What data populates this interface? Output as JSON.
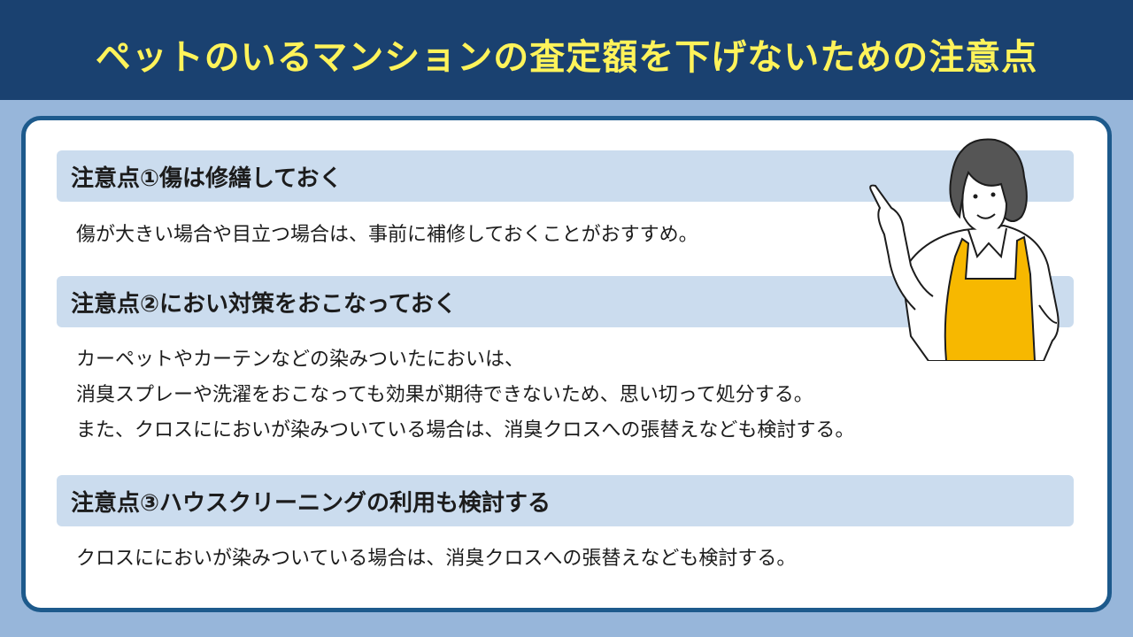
{
  "header": {
    "title": "ペットのいるマンションの査定額を下げないための注意点"
  },
  "sections": [
    {
      "heading": "注意点①傷は修繕しておく",
      "body": [
        "傷が大きい場合や目立つ場合は、事前に補修しておくことがおすすめ。"
      ]
    },
    {
      "heading": "注意点②におい対策をおこなっておく",
      "body": [
        "カーペットやカーテンなどの染みついたにおいは、",
        "消臭スプレーや洗濯をおこなっても効果が期待できないため、思い切って処分する。",
        "また、クロスににおいが染みついている場合は、消臭クロスへの張替えなども検討する。"
      ]
    },
    {
      "heading": "注意点③ハウスクリーニングの利用も検討する",
      "body": [
        "クロスににおいが染みついている場合は、消臭クロスへの張替えなども検討する。"
      ]
    }
  ],
  "illustration": {
    "icon": "woman-in-apron-pointing-icon"
  },
  "colors": {
    "header_bg": "#1a4170",
    "title_text": "#fff35a",
    "page_bg": "#97b6da",
    "card_border": "#1d5a8c",
    "bar_bg": "#cbdcee",
    "apron": "#f7b800"
  }
}
